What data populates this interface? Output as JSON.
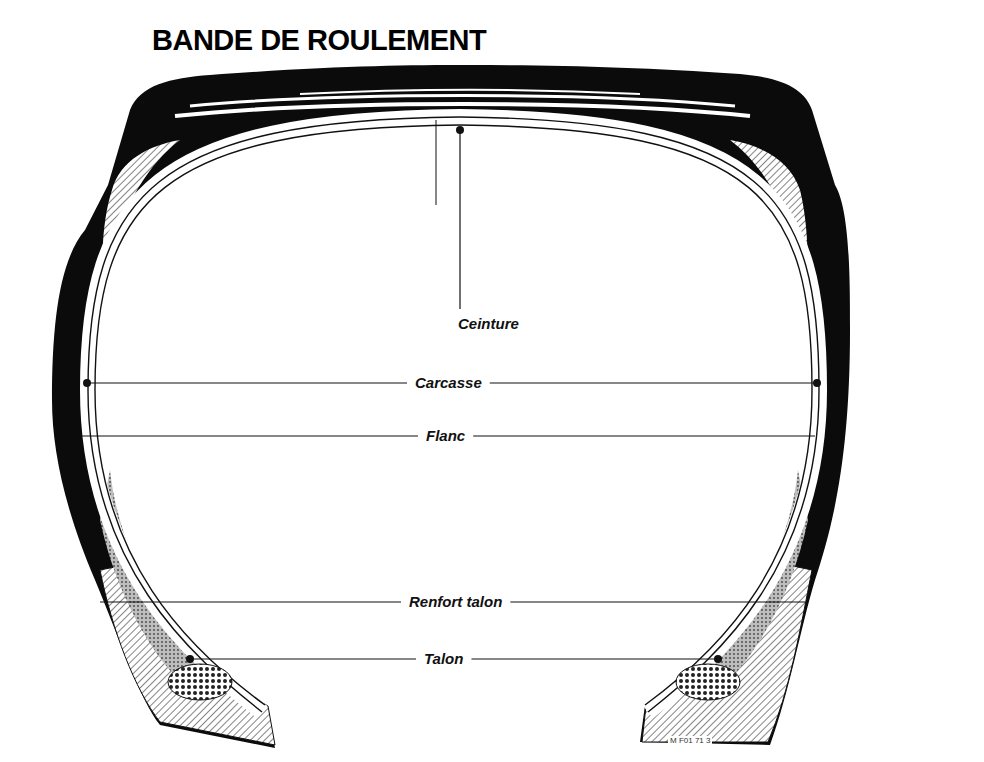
{
  "diagram": {
    "title": "BANDE DE ROULEMENT",
    "labels": [
      "Ceinture",
      "Carcasse",
      "Flanc",
      "Renfort talon",
      "Talon",
      "M F01 71 3"
    ]
  }
}
